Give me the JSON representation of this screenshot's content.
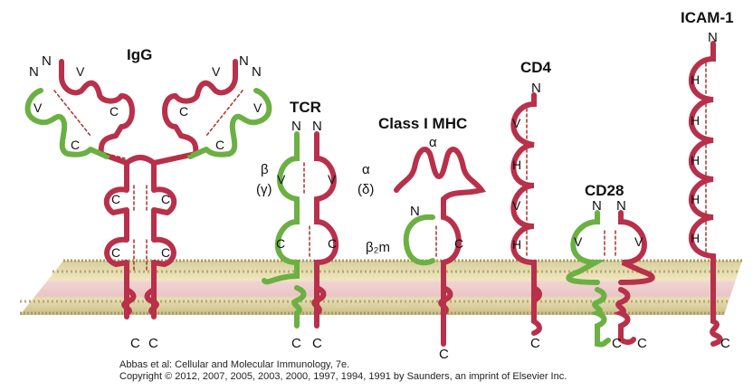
{
  "labels": {
    "igg": "IgG",
    "tcr": "TCR",
    "mhc": "Class I MHC",
    "cd4": "CD4",
    "cd28": "CD28",
    "icam": "ICAM-1",
    "n": "N",
    "c": "C",
    "v": "V",
    "c_dom": "C",
    "h": "H",
    "alpha": "α",
    "beta": "β",
    "gamma": "(γ)",
    "delta": "(δ)",
    "b2m": "β₂m"
  },
  "credit": {
    "line1": "Abbas et al: Cellular and Molecular Immunology, 7e.",
    "line2": "Copyright © 2012, 2007, 2005, 2003, 2000, 1997, 1994, 1991 by Saunders, an imprint of Elsevier Inc."
  },
  "colors": {
    "red": "#b8304a",
    "green": "#6bb043",
    "membrane_top": "#c6b98a",
    "membrane_mid": "#e9c9c9",
    "dash": "#a8322a"
  }
}
